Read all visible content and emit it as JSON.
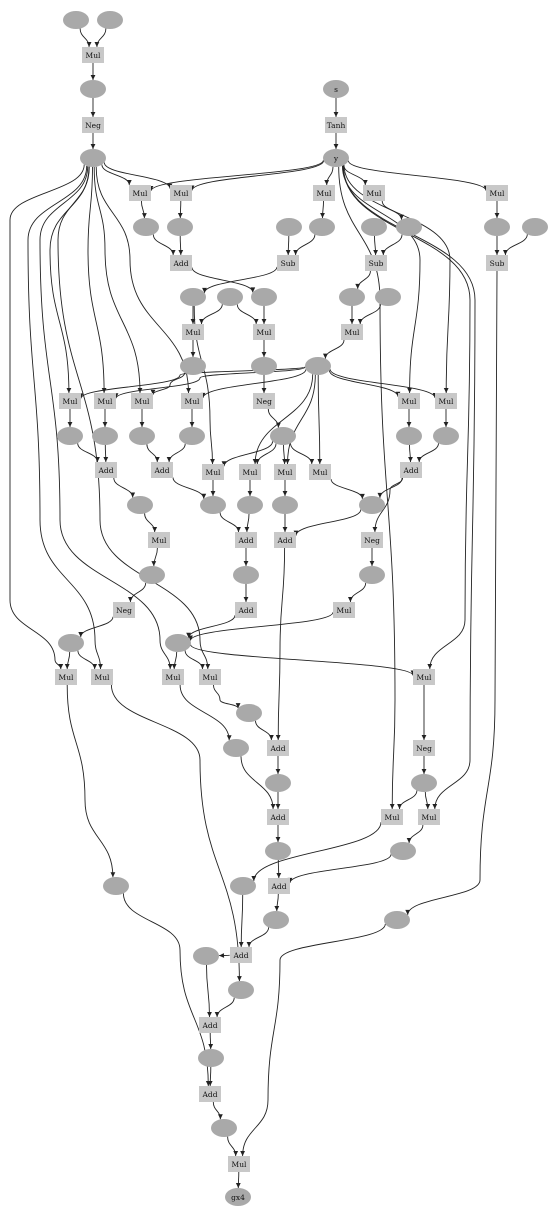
{
  "diagram": {
    "type": "computation-graph",
    "colors": {
      "op_fill": "#c8c8c8",
      "value_fill": "#a9a9a9",
      "edge": "#222222",
      "background": "#ffffff"
    },
    "nodes": [
      {
        "id": "v1",
        "kind": "value",
        "label": ""
      },
      {
        "id": "v2",
        "kind": "value",
        "label": ""
      },
      {
        "id": "mul_a",
        "kind": "op",
        "label": "Mul"
      },
      {
        "id": "v3",
        "kind": "value",
        "label": ""
      },
      {
        "id": "neg_a",
        "kind": "op",
        "label": "Neg"
      },
      {
        "id": "hub_l",
        "kind": "value",
        "label": ""
      },
      {
        "id": "s",
        "kind": "value",
        "label": "s"
      },
      {
        "id": "tanh",
        "kind": "op",
        "label": "Tanh"
      },
      {
        "id": "y",
        "kind": "value",
        "label": "y"
      },
      {
        "id": "mul_b1",
        "kind": "op",
        "label": "Mul"
      },
      {
        "id": "mul_b2",
        "kind": "op",
        "label": "Mul"
      },
      {
        "id": "mul_b3",
        "kind": "op",
        "label": "Mul"
      },
      {
        "id": "mul_b4",
        "kind": "op",
        "label": "Mul"
      },
      {
        "id": "mul_b5",
        "kind": "op",
        "label": "Mul"
      },
      {
        "id": "v_r1a",
        "kind": "value",
        "label": ""
      },
      {
        "id": "v_r1b",
        "kind": "value",
        "label": ""
      },
      {
        "id": "v_r1c",
        "kind": "value",
        "label": ""
      },
      {
        "id": "v_r1d",
        "kind": "value",
        "label": ""
      },
      {
        "id": "v_r1e",
        "kind": "value",
        "label": ""
      },
      {
        "id": "v_r1f",
        "kind": "value",
        "label": ""
      },
      {
        "id": "v_r1g",
        "kind": "value",
        "label": ""
      },
      {
        "id": "v_r1h",
        "kind": "value",
        "label": ""
      },
      {
        "id": "add_c",
        "kind": "op",
        "label": "Add"
      },
      {
        "id": "sub_a",
        "kind": "op",
        "label": "Sub"
      },
      {
        "id": "sub_b",
        "kind": "op",
        "label": "Sub"
      },
      {
        "id": "sub_c",
        "kind": "op",
        "label": "Sub"
      },
      {
        "id": "v_r2a",
        "kind": "value",
        "label": ""
      },
      {
        "id": "v_r2b",
        "kind": "value",
        "label": ""
      },
      {
        "id": "v_r2c",
        "kind": "value",
        "label": ""
      },
      {
        "id": "v_r2d",
        "kind": "value",
        "label": ""
      },
      {
        "id": "v_r2e",
        "kind": "value",
        "label": ""
      },
      {
        "id": "mul_d1",
        "kind": "op",
        "label": "Mul"
      },
      {
        "id": "mul_d2",
        "kind": "op",
        "label": "Mul"
      },
      {
        "id": "mul_d3",
        "kind": "op",
        "label": "Mul"
      },
      {
        "id": "v_r3a",
        "kind": "value",
        "label": ""
      },
      {
        "id": "v_r3b",
        "kind": "value",
        "label": ""
      },
      {
        "id": "hub_m",
        "kind": "value",
        "label": ""
      },
      {
        "id": "neg_b",
        "kind": "op",
        "label": "Neg"
      },
      {
        "id": "mul_e1",
        "kind": "op",
        "label": "Mul"
      },
      {
        "id": "mul_e2",
        "kind": "op",
        "label": "Mul"
      },
      {
        "id": "mul_e3",
        "kind": "op",
        "label": "Mul"
      },
      {
        "id": "mul_e4",
        "kind": "op",
        "label": "Mul"
      },
      {
        "id": "mul_e5",
        "kind": "op",
        "label": "Mul"
      },
      {
        "id": "mul_e6",
        "kind": "op",
        "label": "Mul"
      },
      {
        "id": "v_r4a",
        "kind": "value",
        "label": ""
      },
      {
        "id": "v_r4b",
        "kind": "value",
        "label": ""
      },
      {
        "id": "v_r4c",
        "kind": "value",
        "label": ""
      },
      {
        "id": "v_r4d",
        "kind": "value",
        "label": ""
      },
      {
        "id": "hub_c",
        "kind": "value",
        "label": ""
      },
      {
        "id": "v_r4e",
        "kind": "value",
        "label": ""
      },
      {
        "id": "v_r4f",
        "kind": "value",
        "label": ""
      },
      {
        "id": "add_f1",
        "kind": "op",
        "label": "Add"
      },
      {
        "id": "add_f2",
        "kind": "op",
        "label": "Add"
      },
      {
        "id": "add_f3",
        "kind": "op",
        "label": "Add"
      },
      {
        "id": "mul_g1",
        "kind": "op",
        "label": "Mul"
      },
      {
        "id": "mul_g2",
        "kind": "op",
        "label": "Mul"
      },
      {
        "id": "mul_g3",
        "kind": "op",
        "label": "Mul"
      },
      {
        "id": "mul_g4",
        "kind": "op",
        "label": "Mul"
      },
      {
        "id": "v_r5a",
        "kind": "value",
        "label": ""
      },
      {
        "id": "v_r5b",
        "kind": "value",
        "label": ""
      },
      {
        "id": "v_r5c",
        "kind": "value",
        "label": ""
      },
      {
        "id": "v_r5d",
        "kind": "value",
        "label": ""
      },
      {
        "id": "v_r5e",
        "kind": "value",
        "label": ""
      },
      {
        "id": "mul_h",
        "kind": "op",
        "label": "Mul"
      },
      {
        "id": "add_h1",
        "kind": "op",
        "label": "Add"
      },
      {
        "id": "add_h2",
        "kind": "op",
        "label": "Add"
      },
      {
        "id": "neg_c",
        "kind": "op",
        "label": "Neg"
      },
      {
        "id": "v_r6a",
        "kind": "value",
        "label": ""
      },
      {
        "id": "v_r6b",
        "kind": "value",
        "label": ""
      },
      {
        "id": "v_r6c",
        "kind": "value",
        "label": ""
      },
      {
        "id": "neg_d",
        "kind": "op",
        "label": "Neg"
      },
      {
        "id": "add_i",
        "kind": "op",
        "label": "Add"
      },
      {
        "id": "mul_i",
        "kind": "op",
        "label": "Mul"
      },
      {
        "id": "v_r7a",
        "kind": "value",
        "label": ""
      },
      {
        "id": "v_r7b",
        "kind": "value",
        "label": ""
      },
      {
        "id": "mul_j1",
        "kind": "op",
        "label": "Mul"
      },
      {
        "id": "mul_j2",
        "kind": "op",
        "label": "Mul"
      },
      {
        "id": "mul_j3",
        "kind": "op",
        "label": "Mul"
      },
      {
        "id": "mul_j4",
        "kind": "op",
        "label": "Mul"
      },
      {
        "id": "mul_j5",
        "kind": "op",
        "label": "Mul"
      },
      {
        "id": "v_r8a",
        "kind": "value",
        "label": ""
      },
      {
        "id": "v_r8b",
        "kind": "value",
        "label": ""
      },
      {
        "id": "add_k",
        "kind": "op",
        "label": "Add"
      },
      {
        "id": "neg_e",
        "kind": "op",
        "label": "Neg"
      },
      {
        "id": "v_r9a",
        "kind": "value",
        "label": ""
      },
      {
        "id": "v_r9b",
        "kind": "value",
        "label": ""
      },
      {
        "id": "add_l",
        "kind": "op",
        "label": "Add"
      },
      {
        "id": "mul_l1",
        "kind": "op",
        "label": "Mul"
      },
      {
        "id": "mul_l2",
        "kind": "op",
        "label": "Mul"
      },
      {
        "id": "v_r10a",
        "kind": "value",
        "label": ""
      },
      {
        "id": "v_r10b",
        "kind": "value",
        "label": ""
      },
      {
        "id": "v_r10c",
        "kind": "value",
        "label": ""
      },
      {
        "id": "v_r10d",
        "kind": "value",
        "label": ""
      },
      {
        "id": "add_m",
        "kind": "op",
        "label": "Add"
      },
      {
        "id": "v_r11a",
        "kind": "value",
        "label": ""
      },
      {
        "id": "v_r11b",
        "kind": "value",
        "label": ""
      },
      {
        "id": "add_n",
        "kind": "op",
        "label": "Add"
      },
      {
        "id": "v_r12a",
        "kind": "value",
        "label": ""
      },
      {
        "id": "v_r12b",
        "kind": "value",
        "label": ""
      },
      {
        "id": "add_o",
        "kind": "op",
        "label": "Add"
      },
      {
        "id": "v_r13a",
        "kind": "value",
        "label": ""
      },
      {
        "id": "add_p",
        "kind": "op",
        "label": "Add"
      },
      {
        "id": "v_r14a",
        "kind": "value",
        "label": ""
      },
      {
        "id": "mul_q",
        "kind": "op",
        "label": "Mul"
      },
      {
        "id": "gx4",
        "kind": "value",
        "label": "gx4"
      }
    ],
    "edges": [
      [
        "v1",
        "mul_a"
      ],
      [
        "v2",
        "mul_a"
      ],
      [
        "mul_a",
        "v3"
      ],
      [
        "v3",
        "neg_a"
      ],
      [
        "neg_a",
        "hub_l"
      ],
      [
        "s",
        "tanh"
      ],
      [
        "tanh",
        "y"
      ],
      [
        "hub_l",
        "mul_b1"
      ],
      [
        "hub_l",
        "mul_b2"
      ],
      [
        "y",
        "mul_b1"
      ],
      [
        "y",
        "mul_b2"
      ],
      [
        "y",
        "mul_b3"
      ],
      [
        "y",
        "mul_b4"
      ],
      [
        "y",
        "mul_b5"
      ],
      [
        "mul_b1",
        "v_r1a"
      ],
      [
        "mul_b2",
        "v_r1b"
      ],
      [
        "v_r1a",
        "add_c"
      ],
      [
        "v_r1b",
        "add_c"
      ],
      [
        "mul_b3",
        "v_r1d"
      ],
      [
        "v_r1c",
        "sub_a"
      ],
      [
        "v_r1d",
        "sub_a"
      ],
      [
        "mul_b4",
        "v_r1f"
      ],
      [
        "v_r1e",
        "sub_b"
      ],
      [
        "v_r1f",
        "sub_b"
      ],
      [
        "mul_b5",
        "v_r1g"
      ],
      [
        "v_r1h",
        "sub_c"
      ],
      [
        "v_r1g",
        "sub_c"
      ],
      [
        "v_r2a",
        "mul_d1"
      ],
      [
        "v_r2b",
        "mul_d1"
      ],
      [
        "v_r2b",
        "mul_d2"
      ],
      [
        "v_r2c",
        "mul_d2"
      ],
      [
        "add_c",
        "v_r2c"
      ],
      [
        "sub_a",
        "v_r2a"
      ],
      [
        "sub_b",
        "v_r2d"
      ],
      [
        "v_r2d",
        "mul_d3"
      ],
      [
        "v_r2e",
        "mul_d3"
      ],
      [
        "mul_d1",
        "v_r3a"
      ],
      [
        "mul_d2",
        "v_r3b"
      ],
      [
        "mul_d3",
        "hub_m"
      ],
      [
        "v_r3b",
        "neg_b"
      ],
      [
        "hub_l",
        "mul_e1"
      ],
      [
        "hub_l",
        "mul_e2"
      ],
      [
        "hub_l",
        "mul_e3"
      ],
      [
        "hub_l",
        "mul_e4"
      ],
      [
        "hub_m",
        "mul_e1"
      ],
      [
        "hub_m",
        "mul_e2"
      ],
      [
        "v_r3a",
        "mul_e3"
      ],
      [
        "hub_m",
        "mul_e4"
      ],
      [
        "y",
        "mul_e5"
      ],
      [
        "hub_m",
        "mul_e5"
      ],
      [
        "y",
        "mul_e6"
      ],
      [
        "hub_m",
        "mul_e6"
      ],
      [
        "mul_e1",
        "v_r4a"
      ],
      [
        "mul_e2",
        "v_r4b"
      ],
      [
        "mul_e3",
        "v_r4c"
      ],
      [
        "mul_e4",
        "v_r4d"
      ],
      [
        "neg_b",
        "hub_c"
      ],
      [
        "mul_e5",
        "v_r4e"
      ],
      [
        "mul_e6",
        "v_r4f"
      ],
      [
        "v_r4a",
        "add_f1"
      ],
      [
        "v_r4b",
        "add_f1"
      ],
      [
        "v_r4c",
        "add_f2"
      ],
      [
        "v_r4d",
        "add_f2"
      ],
      [
        "v_r4e",
        "add_f3"
      ],
      [
        "v_r4f",
        "add_f3"
      ],
      [
        "hub_c",
        "mul_g1"
      ],
      [
        "hub_c",
        "mul_g2"
      ],
      [
        "hub_c",
        "mul_g3"
      ],
      [
        "hub_c",
        "mul_g4"
      ],
      [
        "hub_m",
        "mul_g2"
      ],
      [
        "hub_m",
        "mul_g3"
      ],
      [
        "hub_m",
        "mul_g4"
      ],
      [
        "v_r2a",
        "mul_g1"
      ],
      [
        "add_f1",
        "v_r5a"
      ],
      [
        "add_f2",
        "v_r5b"
      ],
      [
        "mul_g1",
        "v_r5b"
      ],
      [
        "mul_g2",
        "v_r5c"
      ],
      [
        "mul_g3",
        "v_r5d"
      ],
      [
        "mul_g4",
        "v_r5e"
      ],
      [
        "add_f3",
        "v_r5e"
      ],
      [
        "v_r5a",
        "mul_h"
      ],
      [
        "v_r5b",
        "add_h1"
      ],
      [
        "v_r5c",
        "add_h1"
      ],
      [
        "v_r5d",
        "add_h2"
      ],
      [
        "v_r5e",
        "add_h2"
      ],
      [
        "add_f3",
        "neg_c"
      ],
      [
        "mul_h",
        "v_r6a"
      ],
      [
        "add_h1",
        "v_r6b"
      ],
      [
        "neg_c",
        "v_r6c"
      ],
      [
        "v_r6a",
        "neg_d"
      ],
      [
        "v_r6b",
        "add_i"
      ],
      [
        "v_r6c",
        "mul_i"
      ],
      [
        "neg_d",
        "v_r7a"
      ],
      [
        "mul_i",
        "v_r7b"
      ],
      [
        "add_i",
        "v_r7b"
      ],
      [
        "hub_l",
        "mul_j1"
      ],
      [
        "v_r7a",
        "mul_j1"
      ],
      [
        "v_r7a",
        "mul_j2"
      ],
      [
        "hub_l",
        "mul_j2"
      ],
      [
        "hub_l",
        "mul_j3"
      ],
      [
        "hub_l",
        "mul_j4"
      ],
      [
        "v_r7b",
        "mul_j3"
      ],
      [
        "v_r7b",
        "mul_j4"
      ],
      [
        "v_r7b",
        "mul_j5"
      ],
      [
        "y",
        "mul_j5"
      ],
      [
        "mul_j4",
        "v_r8a"
      ],
      [
        "mul_j3",
        "v_r8b"
      ],
      [
        "add_h2",
        "add_k"
      ],
      [
        "v_r8a",
        "add_k"
      ],
      [
        "mul_j5",
        "neg_e"
      ],
      [
        "neg_e",
        "v_r9a"
      ],
      [
        "add_k",
        "v_r9b"
      ],
      [
        "v_r8b",
        "add_l"
      ],
      [
        "v_r9b",
        "add_l"
      ],
      [
        "v_r9a",
        "mul_l1"
      ],
      [
        "v_r9a",
        "mul_l2"
      ],
      [
        "y",
        "mul_l1"
      ],
      [
        "y",
        "mul_l2"
      ],
      [
        "mul_j1",
        "v_r10a"
      ],
      [
        "mul_l1",
        "v_r10b"
      ],
      [
        "add_l",
        "v_r10c"
      ],
      [
        "mul_l2",
        "v_r10d"
      ],
      [
        "v_r10c",
        "add_m"
      ],
      [
        "v_r10d",
        "add_m"
      ],
      [
        "add_m",
        "v_r11a"
      ],
      [
        "v_r10b",
        "add_n"
      ],
      [
        "v_r11a",
        "add_n"
      ],
      [
        "sub_c",
        "v_r11b"
      ],
      [
        "add_n",
        "v_r12a"
      ],
      [
        "mul_j2",
        "v_r12b"
      ],
      [
        "v_r12a",
        "add_o"
      ],
      [
        "v_r12b",
        "add_o"
      ],
      [
        "add_o",
        "v_r13a"
      ],
      [
        "v_r13a",
        "add_p"
      ],
      [
        "v_r10a",
        "add_p"
      ],
      [
        "add_p",
        "v_r14a"
      ],
      [
        "v_r14a",
        "mul_q"
      ],
      [
        "v_r11b",
        "mul_q"
      ],
      [
        "mul_q",
        "gx4"
      ]
    ]
  }
}
